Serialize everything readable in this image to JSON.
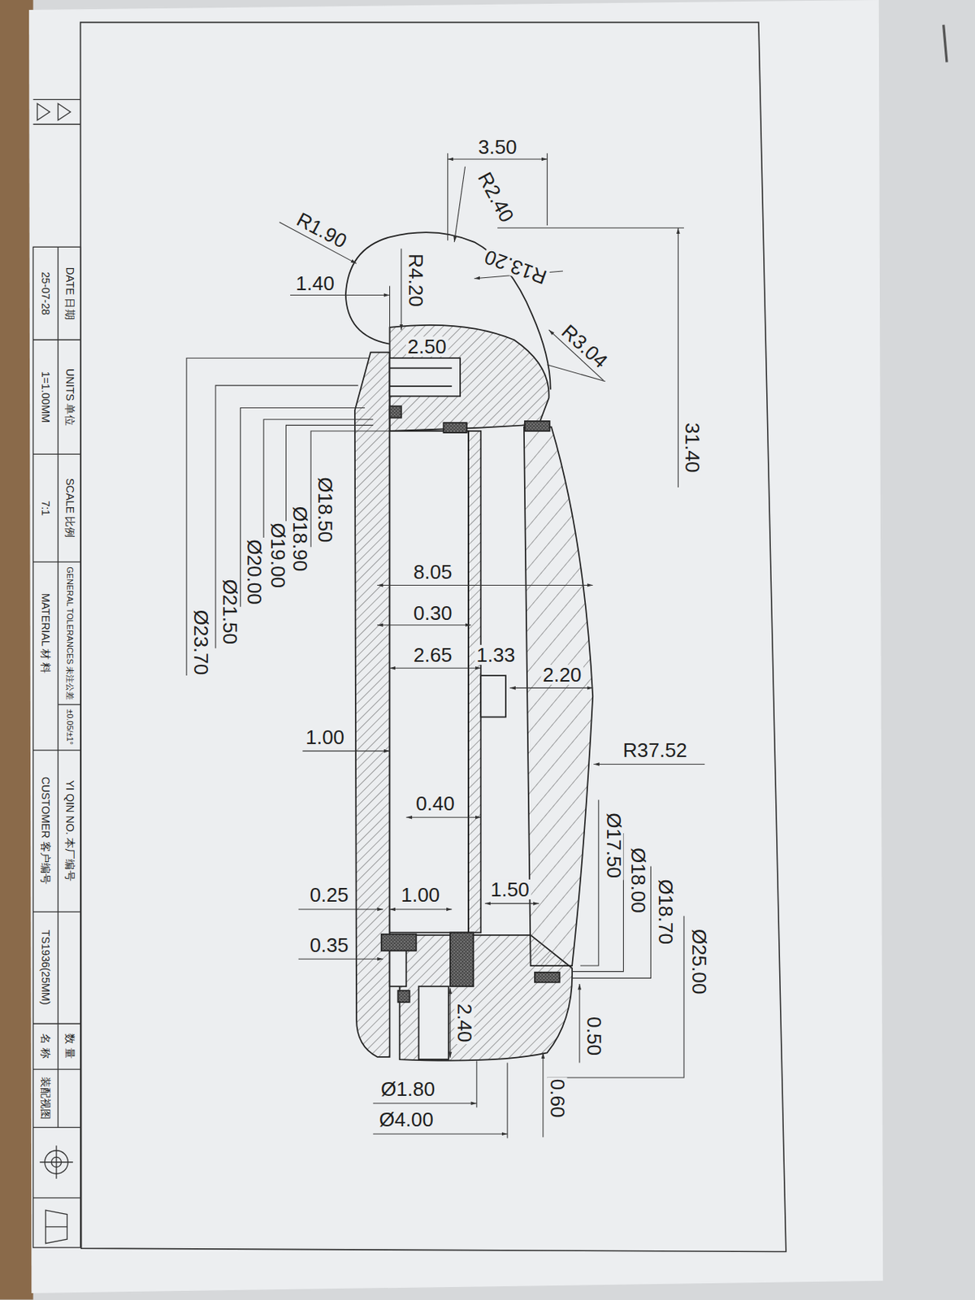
{
  "diagram": {
    "labels": [
      "3.50",
      "R2.40",
      "R1.90",
      "R13.20",
      "1.40",
      "R4.20",
      "2.50",
      "R3.04",
      "31.40",
      "Ø18.50",
      "Ø18.90",
      "Ø19.00",
      "Ø20.00",
      "Ø21.50",
      "Ø23.70",
      "8.05",
      "0.30",
      "2.65",
      "1.33",
      "2.20",
      "1.00",
      "R37.52",
      "0.40",
      "Ø17.50",
      "Ø18.00",
      "Ø18.70",
      "Ø25.00",
      "0.25",
      "1.00",
      "1.50",
      "0.35",
      "2.40",
      "0.50",
      "Ø1.80",
      "Ø4.00",
      "0.60",
      "DATE 日期",
      "25-07-28",
      "UNITS 单位",
      "1=1.00MM",
      "SCALE 比例",
      "7:1",
      "GENERAL TOLERANCES 未注公差",
      "MATERIAL 材 料",
      "±0.05/±1°",
      "YI QIN NO. 本厂编号",
      "CUSTOMER 客户编号",
      "TS1936(25MM)",
      "名 称",
      "数 量",
      "装配视图"
    ]
  }
}
